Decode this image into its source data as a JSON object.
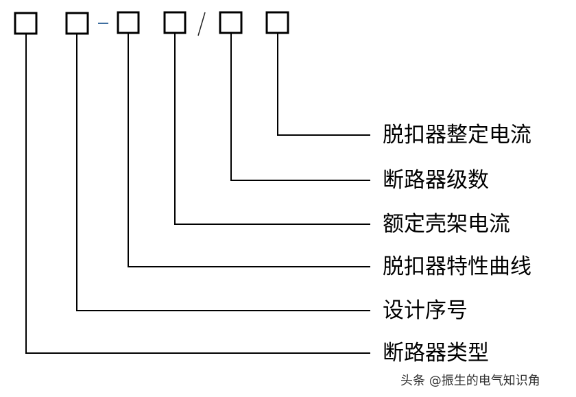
{
  "separators": {
    "dash": "-",
    "slash": "/"
  },
  "labels": [
    "脱扣器整定电流",
    "断路器级数",
    "额定壳架电流",
    "脱扣器特性曲线",
    "设计序号",
    "断路器类型"
  ],
  "watermark": "头条 @振生的电气知识角",
  "colors": {
    "line": "#000000",
    "dash": "#3f6fa0"
  }
}
